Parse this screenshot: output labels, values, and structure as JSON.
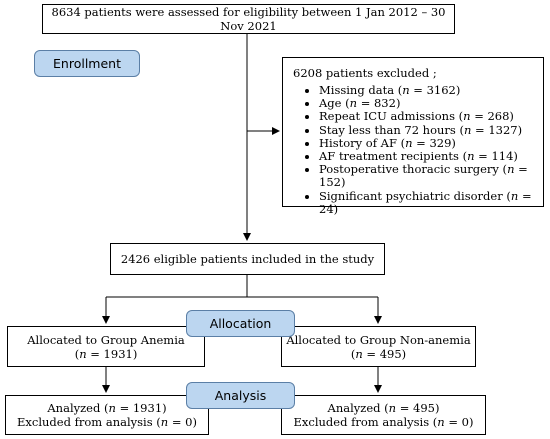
{
  "top_box": "8634 patients were assessed for eligibility between 1 Jan 2012 – 30 Nov 2021",
  "labels": {
    "enrollment": "Enrollment",
    "allocation": "Allocation",
    "analysis": "Analysis"
  },
  "excluded": {
    "title": "6208 patients excluded ;",
    "items": [
      {
        "label": "Missing data (",
        "n": "= 3162)"
      },
      {
        "label": "Age (",
        "n": "= 832)"
      },
      {
        "label": "Repeat ICU admissions (",
        "n": "= 268)"
      },
      {
        "label": "Stay less than 72 hours (",
        "n": "= 1327)"
      },
      {
        "label": "History of AF (",
        "n": "= 329)"
      },
      {
        "label": "AF treatment recipients (",
        "n": "= 114)"
      },
      {
        "label": "Postoperative thoracic surgery (",
        "n": "= 152)"
      },
      {
        "label": "Significant psychiatric disorder (",
        "n": "= 24)"
      }
    ]
  },
  "eligible_box": "2426 eligible patients included in the study",
  "n_symbol": "n",
  "group_anemia": {
    "title": "Allocated to Group Anemia",
    "n_open": "(",
    "n_value": "= 1931)"
  },
  "group_nonanemia": {
    "title": "Allocated to Group Non-anemia",
    "n_open": "(",
    "n_value": "= 495)"
  },
  "analysis_anemia": {
    "analyzed_prefix": "Analyzed (",
    "analyzed_value": "= 1931)",
    "excluded_prefix": "Excluded from analysis (",
    "excluded_value": "= 0)"
  },
  "analysis_nonanemia": {
    "analyzed_prefix": "Analyzed (",
    "analyzed_value": "= 495)",
    "excluded_prefix": "Excluded from analysis (",
    "excluded_value": "= 0)"
  },
  "colors": {
    "label_fill": "#bcd6f0",
    "label_border": "#5b7fa6"
  }
}
